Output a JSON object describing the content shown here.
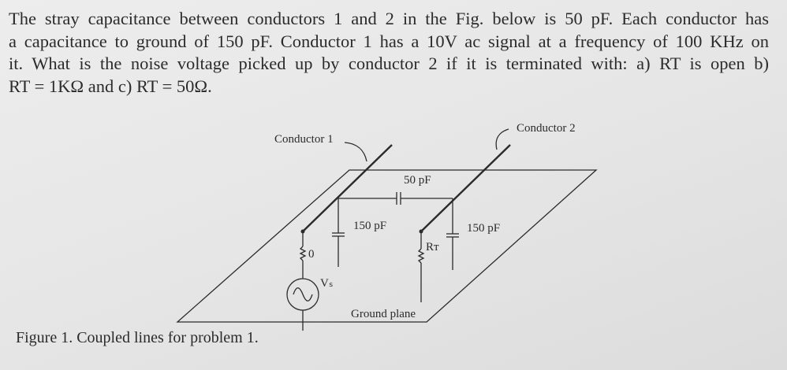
{
  "problem": {
    "lines": [
      "The stray capacitance between conductors 1 and 2 in the Fig. below is 50 pF. Each conductor has",
      "a capacitance to ground of 150 pF. Conductor 1 has a 10V ac signal at a frequency of 100 KHz on",
      "it. What is the noise voltage picked up by conductor 2 if it is terminated with: a) RT is open b)",
      "RT = 1KΩ and c) RT = 50Ω."
    ]
  },
  "figure": {
    "conductor1_label": "Conductor 1",
    "conductor2_label": "Conductor 2",
    "coupling_cap_label": "50 pF",
    "cap1_label": "150 pF",
    "cap2_label": "150 pF",
    "source_resistance_label": "0",
    "source_label": "Vₛ",
    "termination_label": "Rᴛ",
    "ground_plane_label": "Ground plane",
    "caption": "Figure 1. Coupled lines for problem 1."
  }
}
